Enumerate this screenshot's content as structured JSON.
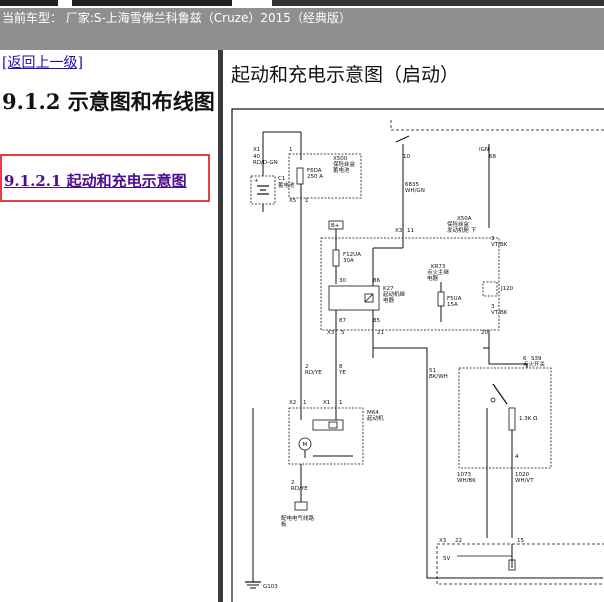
{
  "header": {
    "car_type_text": "当前车型： 厂家:S-上海雪佛兰科鲁兹（Cruze）2015（经典版）"
  },
  "nav": {
    "back_link": "[返回上一级]",
    "section_title": "9.1.2 示意图和布线图",
    "sub_link": "9.1.2.1 起动和充电示意图"
  },
  "diagram": {
    "title": "起动和充电示意图（启动）",
    "labels": {
      "x1_top": "X1",
      "x1_top_pin": "1",
      "pin40": "40",
      "rd_d_gn": "RD/D-GN",
      "c1": "C1",
      "c1_name": "蓄电池",
      "batt_plus": "+",
      "x500": "X500",
      "x500_name": "保险丝盒",
      "x500_name2": "蓄电池",
      "f6da": "F6DA",
      "f6da_amp": "250 A",
      "x5": "X5",
      "x5_pin": "1",
      "ign": "IGN",
      "pin10": "10",
      "pin68": "68",
      "w6835": "6835",
      "wh_gn": "WH/GN",
      "x3_a": "X3",
      "pin11": "11",
      "x50a": "X50A",
      "x50a_name": "保险丝盒",
      "x50a_name2": "发动机舱 下",
      "b_plus": "B+",
      "f12ua": "F12UA",
      "f12ua_amp": "30A",
      "pin30": "30",
      "pin86": "86",
      "k27": "K27",
      "k27_name": "起动机继",
      "k27_name2": "电器",
      "kr73": "KR73",
      "kr73_name": "点火主继",
      "kr73_name2": "电器",
      "f5ua": "F5UA",
      "f5ua_amp": "15A",
      "pin3": "3",
      "vt_bk": "VT/BK",
      "j120": "J120",
      "pin3b": "3",
      "vt_bk2": "VT/BK",
      "pin87": "87",
      "pin85": "85",
      "x3_b": "X3",
      "pin5": "5",
      "pin21": "21",
      "pin20": "20",
      "pin2": "2",
      "rd_ye": "RD/YE",
      "pin8": "8",
      "ye": "YE",
      "pin51": "51",
      "bk_wh": "BK/WH",
      "pin6": "6",
      "s39": "S39",
      "s39_name": "点火开关",
      "x2": "X2",
      "x2_pin": "1",
      "x1_m": "X1",
      "x1_m_pin": "1",
      "m64": "M64",
      "m64_name": "起动机",
      "m_symbol": "M",
      "r_13k": "1.3K Ω",
      "pin1073": "1073",
      "wh_bk": "WH/BK",
      "pin4": "4",
      "pin1020": "1020",
      "wh_vt": "WH/VT",
      "pin2b": "2",
      "rd_ye2": "RD/YE",
      "x3_c": "X3",
      "pin22": "22",
      "pin15": "15",
      "v5": "5V",
      "sc_name": "配电电气线路",
      "sc_name2": "板",
      "g103": "G103"
    }
  }
}
